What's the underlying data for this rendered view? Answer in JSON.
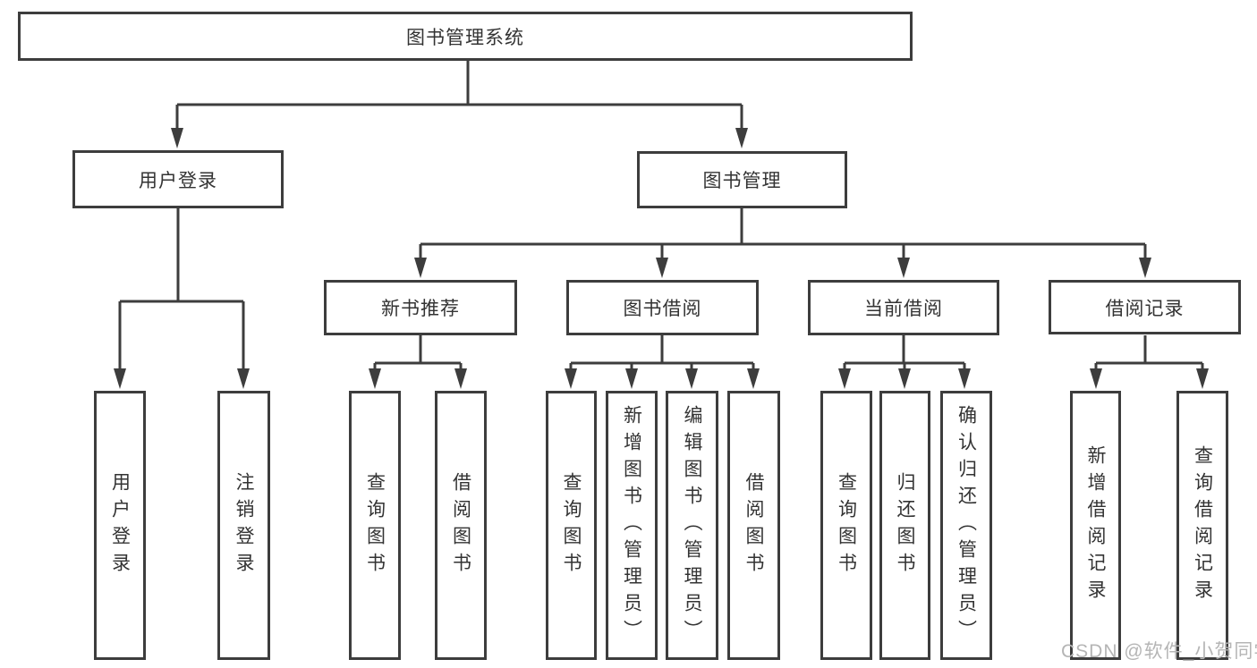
{
  "diagram_title": "图书管理系统",
  "colors": {
    "line": "#3d3d3d",
    "box_border": "#3d3d3d",
    "box_fill": "#ffffff",
    "text": "#333333",
    "watermark": "#b5b5b5",
    "background": "#ffffff"
  },
  "tree": {
    "label": "图书管理系统",
    "children": [
      {
        "label": "用户登录",
        "children": [
          {
            "label": "用户登录"
          },
          {
            "label": "注销登录"
          }
        ]
      },
      {
        "label": "图书管理",
        "children": [
          {
            "label": "新书推荐",
            "children": [
              {
                "label": "查询图书"
              },
              {
                "label": "借阅图书"
              }
            ]
          },
          {
            "label": "图书借阅",
            "children": [
              {
                "label": "查询图书"
              },
              {
                "label": "新增图书（管理员）"
              },
              {
                "label": "编辑图书（管理员）"
              },
              {
                "label": "借阅图书"
              }
            ]
          },
          {
            "label": "当前借阅",
            "children": [
              {
                "label": "查询图书"
              },
              {
                "label": "归还图书"
              },
              {
                "label": "确认归还（管理员）"
              }
            ]
          },
          {
            "label": "借阅记录",
            "children": [
              {
                "label": "新增借阅记录"
              },
              {
                "label": "查询借阅记录"
              }
            ]
          }
        ]
      }
    ]
  },
  "watermark": {
    "text": "CSDN @软件_小贺同学"
  }
}
